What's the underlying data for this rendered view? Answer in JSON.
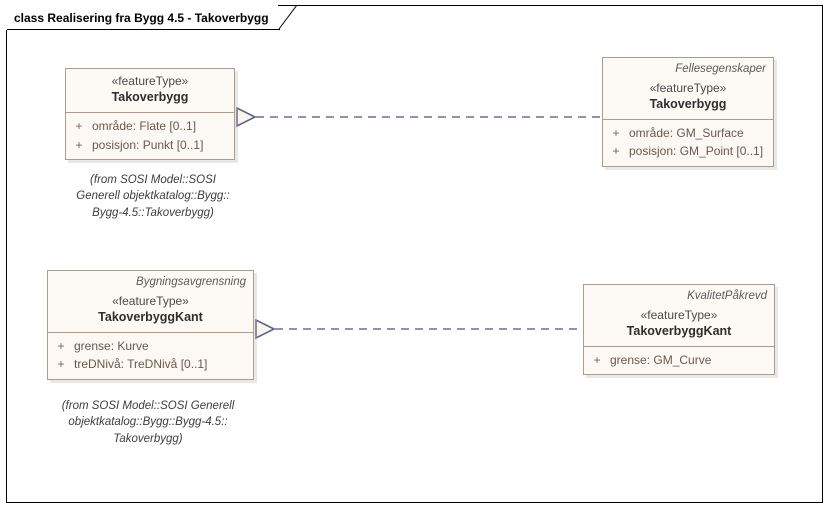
{
  "diagram": {
    "title": "class Realisering fra Bygg 4.5 - Takoverbygg",
    "colors": {
      "frame_border": "#000000",
      "class_fill": "#fcf8f3",
      "class_border": "#b09a8c",
      "connector": "#6a6e96",
      "background": "#ffffff"
    }
  },
  "classes": {
    "takoverbygg_impl": {
      "package": "",
      "stereotype": "«featureType»",
      "name": "Takoverbygg",
      "attributes": [
        {
          "visibility": "+",
          "text": "område: Flate [0..1]"
        },
        {
          "visibility": "+",
          "text": "posisjon: Punkt [0..1]"
        }
      ],
      "caption": [
        "(from SOSI Model::SOSI",
        "Generell objektkatalog::Bygg::",
        "Bygg-4.5::Takoverbygg)"
      ]
    },
    "takoverbygg_spec": {
      "package": "Fellesegenskaper",
      "stereotype": "«featureType»",
      "name": "Takoverbygg",
      "attributes": [
        {
          "visibility": "+",
          "text": "område: GM_Surface"
        },
        {
          "visibility": "+",
          "text": "posisjon: GM_Point [0..1]"
        }
      ]
    },
    "takoverbyggkant_impl": {
      "package": "Bygningsavgrensning",
      "stereotype": "«featureType»",
      "name": "TakoverbyggKant",
      "attributes": [
        {
          "visibility": "+",
          "text": "grense: Kurve"
        },
        {
          "visibility": "+",
          "text": "treDNivå: TreDNivå [0..1]"
        }
      ],
      "caption": [
        "(from SOSI Model::SOSI Generell",
        "objektkatalog::Bygg::Bygg-4.5::",
        "Takoverbygg)"
      ]
    },
    "takoverbyggkant_spec": {
      "package": "KvalitetPåkrevd",
      "stereotype": "«featureType»",
      "name": "TakoverbyggKant",
      "attributes": [
        {
          "visibility": "+",
          "text": "grense: GM_Curve"
        }
      ]
    }
  },
  "connectors": [
    {
      "name": "realization-takoverbygg",
      "type": "realization",
      "from": "takoverbygg_spec",
      "to": "takoverbygg_impl"
    },
    {
      "name": "realization-takoverbyggkant",
      "type": "realization",
      "from": "takoverbyggkant_spec",
      "to": "takoverbyggkant_impl"
    }
  ]
}
